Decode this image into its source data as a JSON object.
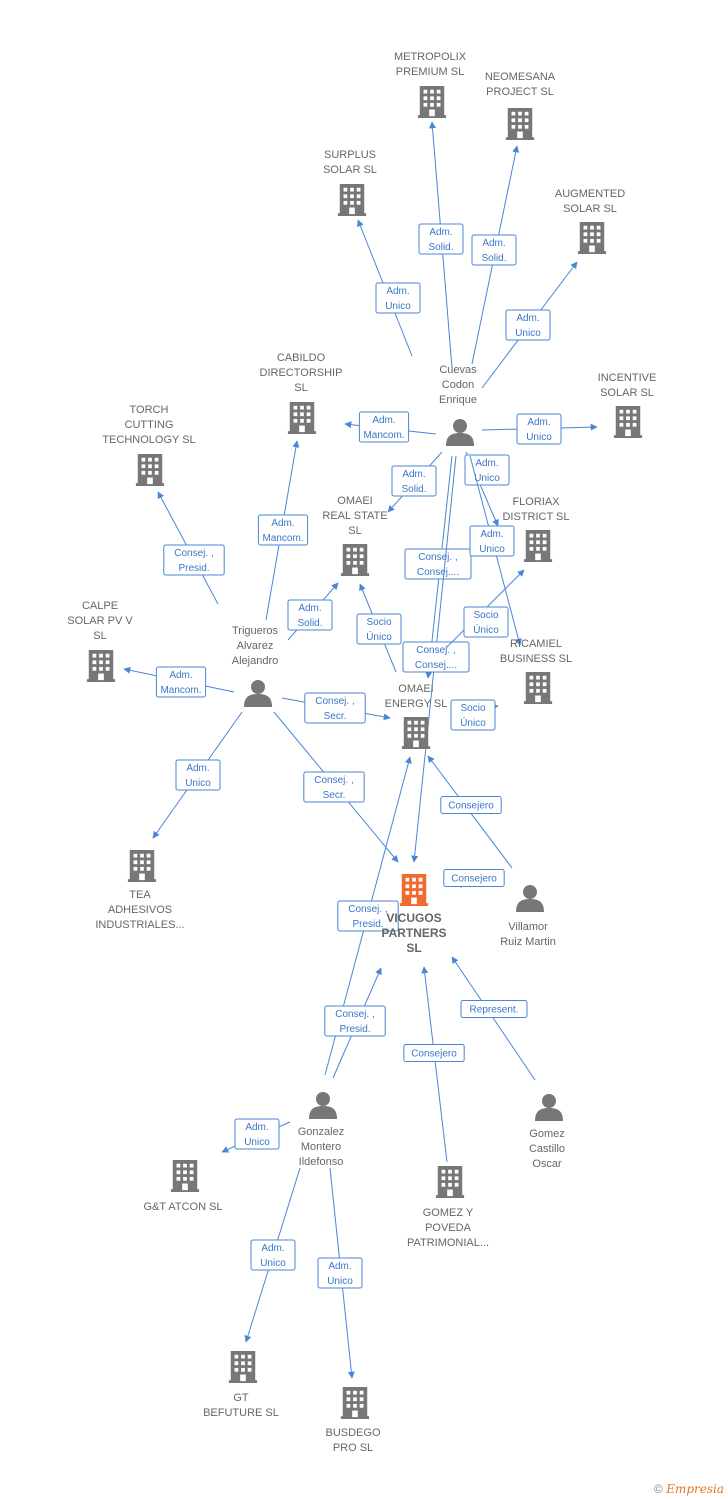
{
  "colors": {
    "edge": "#4a86d6",
    "node": "#777777",
    "highlight": "#f26a2e"
  },
  "nodes": [
    {
      "id": "metropolix",
      "kind": "company",
      "label": [
        "METROPOLIX",
        "PREMIUM  SL"
      ]
    },
    {
      "id": "neomesana",
      "kind": "company",
      "label": [
        "NEOMESANA",
        "PROJECT  SL"
      ]
    },
    {
      "id": "surplus",
      "kind": "company",
      "label": [
        "SURPLUS",
        "SOLAR  SL"
      ]
    },
    {
      "id": "augmented",
      "kind": "company",
      "label": [
        "AUGMENTED",
        "SOLAR  SL"
      ]
    },
    {
      "id": "cabildo",
      "kind": "company",
      "label": [
        "CABILDO",
        "DIRECTORSHIP",
        "SL"
      ]
    },
    {
      "id": "cuevas",
      "kind": "person",
      "label": [
        "Cuevas",
        "Codon",
        "Enrique"
      ]
    },
    {
      "id": "incentive",
      "kind": "company",
      "label": [
        "INCENTIVE",
        "SOLAR  SL"
      ]
    },
    {
      "id": "torch",
      "kind": "company",
      "label": [
        "TORCH",
        "CUTTING",
        "TECHNOLOGY SL"
      ]
    },
    {
      "id": "omaei_rs",
      "kind": "company",
      "label": [
        "OMAEI",
        "REAL STATE",
        "SL"
      ]
    },
    {
      "id": "floriax",
      "kind": "company",
      "label": [
        "FLORIAX",
        "DISTRICT  SL"
      ]
    },
    {
      "id": "calpe",
      "kind": "company",
      "label": [
        "CALPE",
        "SOLAR PV V",
        "SL"
      ]
    },
    {
      "id": "trigueros",
      "kind": "person",
      "label": [
        "Trigueros",
        "Alvarez",
        "Alejandro"
      ]
    },
    {
      "id": "ricamiel",
      "kind": "company",
      "label": [
        "RICAMIEL",
        "BUSINESS  SL"
      ]
    },
    {
      "id": "omaei_en",
      "kind": "company",
      "label": [
        "OMAEI",
        "ENERGY  SL"
      ]
    },
    {
      "id": "tea",
      "kind": "company",
      "label": [
        "TEA",
        "ADHESIVOS",
        "INDUSTRIALES..."
      ]
    },
    {
      "id": "vicugos",
      "kind": "main",
      "label": [
        "VICUGOS",
        "PARTNERS",
        "SL"
      ]
    },
    {
      "id": "villamor",
      "kind": "person",
      "label": [
        "Villamor",
        "Ruiz Martin"
      ]
    },
    {
      "id": "gonzalez",
      "kind": "person",
      "label": [
        "Gonzalez",
        "Montero",
        "Ildefonso"
      ]
    },
    {
      "id": "gomez_oscar",
      "kind": "person",
      "label": [
        "Gomez",
        "Castillo",
        "Oscar"
      ]
    },
    {
      "id": "gatcon",
      "kind": "company",
      "label": [
        "G&T ATCON  SL"
      ]
    },
    {
      "id": "gomez_poveda",
      "kind": "company",
      "label": [
        "GOMEZ Y",
        "POVEDA",
        "PATRIMONIAL..."
      ]
    },
    {
      "id": "gt",
      "kind": "company",
      "label": [
        "GT",
        "BEFUTURE  SL"
      ]
    },
    {
      "id": "busdego",
      "kind": "company",
      "label": [
        "BUSDEGO",
        "PRO  SL"
      ]
    }
  ],
  "edges": [
    {
      "label": [
        "Adm.",
        "Unico"
      ]
    },
    {
      "label": [
        "Adm.",
        "Solid."
      ]
    },
    {
      "label": [
        "Adm.",
        "Solid."
      ]
    },
    {
      "label": [
        "Adm.",
        "Unico"
      ]
    },
    {
      "label": [
        "Adm.",
        "Mancom."
      ]
    },
    {
      "label": [
        "Adm.",
        "Unico"
      ]
    },
    {
      "label": [
        "Adm.",
        "Solid."
      ]
    },
    {
      "label": [
        "Adm.",
        "Unico"
      ]
    },
    {
      "label": [
        "Consej. ,",
        "Consej...."
      ]
    },
    {
      "label": [
        "Adm.",
        "Unico"
      ]
    },
    {
      "label": [
        "Consej. ,",
        "Consej...."
      ]
    },
    {
      "label": [
        "Consej. ,",
        "Presid."
      ]
    },
    {
      "label": [
        "Adm.",
        "Mancom."
      ]
    },
    {
      "label": [
        "Adm.",
        "Solid."
      ]
    },
    {
      "label": [
        "Socio",
        "Único"
      ]
    },
    {
      "label": [
        "Socio",
        "Único"
      ]
    },
    {
      "label": [
        "Adm.",
        "Mancom."
      ]
    },
    {
      "label": [
        "Consej. ,",
        "Secr."
      ]
    },
    {
      "label": [
        "Adm.",
        "Unico"
      ]
    },
    {
      "label": [
        "Consej. ,",
        "Secr."
      ]
    },
    {
      "label": [
        "Socio",
        "Único"
      ]
    },
    {
      "label": [
        "Consejero"
      ]
    },
    {
      "label": [
        "Consejero"
      ]
    },
    {
      "label": [
        "Consej. ,",
        "Presid."
      ]
    },
    {
      "label": [
        "Consej. ,",
        "Presid."
      ]
    },
    {
      "label": [
        "Represent."
      ]
    },
    {
      "label": [
        "Consejero"
      ]
    },
    {
      "label": [
        "Adm.",
        "Unico"
      ]
    },
    {
      "label": [
        "Adm.",
        "Unico"
      ]
    },
    {
      "label": [
        "Adm.",
        "Unico"
      ]
    }
  ],
  "footer": {
    "copyright": "©",
    "brand": "Empresia"
  }
}
